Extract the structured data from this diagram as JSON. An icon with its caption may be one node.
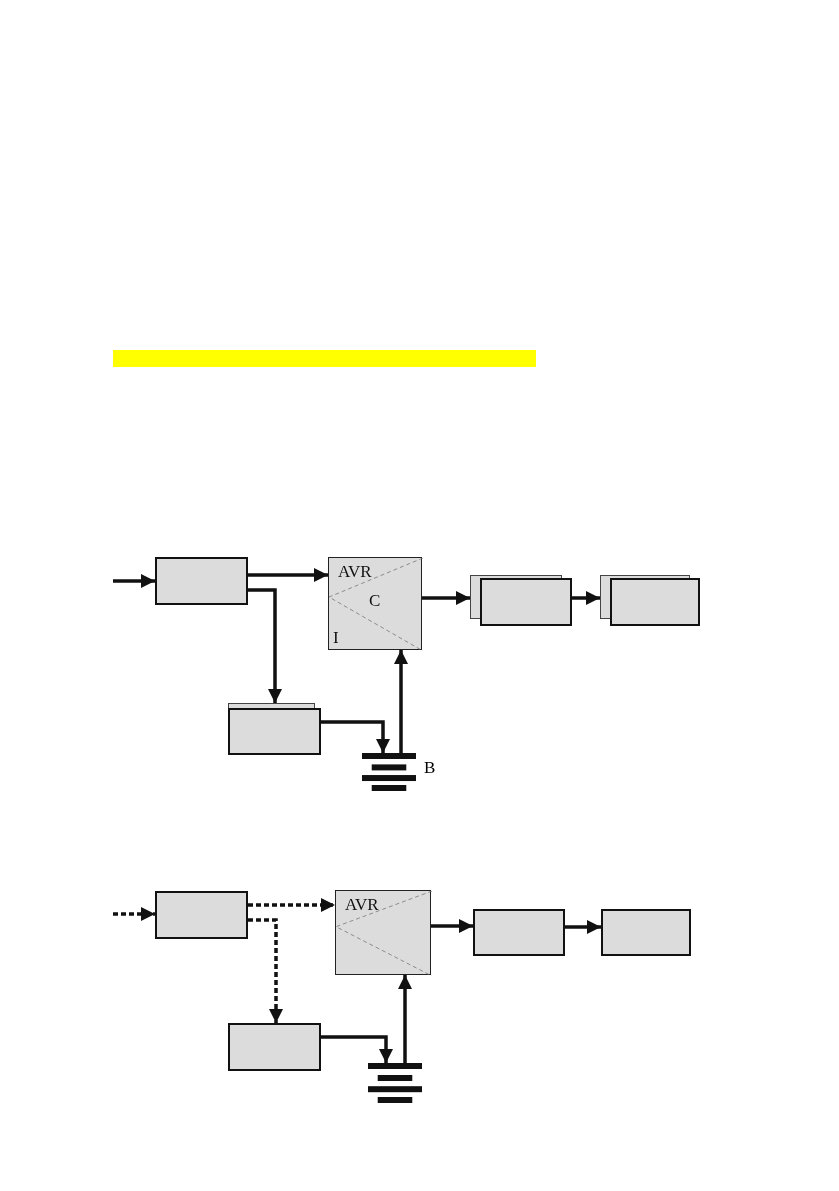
{
  "diagram": {
    "nodes": [
      {
        "text": [],
        "shape": "box"
      },
      {
        "text": [
          "AVR",
          "C",
          "I"
        ]
      },
      {
        "text": [],
        "shape": "box"
      },
      {
        "text": [],
        "shape": "box"
      },
      {
        "text": [],
        "shape": "box"
      },
      {
        "text": [],
        "shape": "battery",
        "beside": [
          "B"
        ]
      },
      {
        "text": [],
        "shape": "box"
      },
      {
        "text": [
          "AVR"
        ]
      },
      {
        "text": [],
        "shape": "box"
      },
      {
        "text": [],
        "shape": "box"
      },
      {
        "text": [],
        "shape": "box"
      },
      {
        "text": [],
        "shape": "battery"
      }
    ],
    "edges": [
      {
        "from": null,
        "to": 0,
        "arrow": "to"
      },
      {
        "from": 0,
        "to": 1,
        "arrow": "to"
      },
      {
        "from": 0,
        "to": 4,
        "arrow": "to"
      },
      {
        "from": 1,
        "to": 2,
        "arrow": "to"
      },
      {
        "from": 2,
        "to": 3,
        "arrow": "to"
      },
      {
        "from": 4,
        "to": 5,
        "arrow": "to"
      },
      {
        "from": 5,
        "to": 1,
        "arrow": "to"
      },
      {
        "from": null,
        "to": 6,
        "arrow": "to",
        "style": "dashed"
      },
      {
        "from": 6,
        "to": 7,
        "arrow": "to",
        "style": "dashed"
      },
      {
        "from": 6,
        "to": 10,
        "arrow": "to",
        "style": "dashed"
      },
      {
        "from": 7,
        "to": 8,
        "arrow": "to"
      },
      {
        "from": 8,
        "to": 9,
        "arrow": "to"
      },
      {
        "from": 10,
        "to": 11,
        "arrow": "to"
      },
      {
        "from": 11,
        "to": 7,
        "arrow": "to"
      }
    ]
  }
}
